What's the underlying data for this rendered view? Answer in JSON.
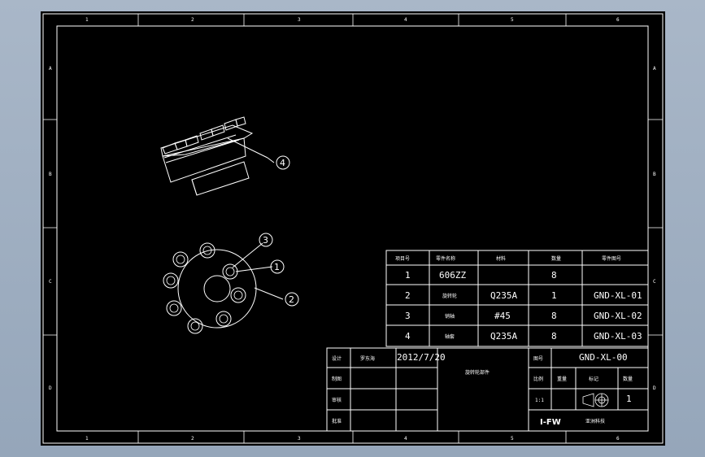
{
  "viewport": {
    "background": "#000000",
    "line_color": "#ffffff"
  },
  "zone_labels": {
    "columns": [
      "1",
      "2",
      "3",
      "4",
      "5",
      "6"
    ],
    "rows": [
      "A",
      "B",
      "C",
      "D"
    ]
  },
  "balloons": [
    "4",
    "3",
    "1",
    "2"
  ],
  "bom": {
    "headers": [
      "项目号",
      "零件名称",
      "材料",
      "数量",
      "零件图号"
    ],
    "rows": [
      {
        "item": "1",
        "name": "606ZZ",
        "material": "",
        "qty": "8",
        "drawing": ""
      },
      {
        "item": "2",
        "name": "旋转轮",
        "material": "Q235A",
        "qty": "1",
        "drawing": "GND-XL-01"
      },
      {
        "item": "3",
        "name": "销轴",
        "material": "#45",
        "qty": "8",
        "drawing": "GND-XL-02"
      },
      {
        "item": "4",
        "name": "轴套",
        "material": "Q235A",
        "qty": "8",
        "drawing": "GND-XL-03"
      }
    ]
  },
  "title_block": {
    "design_label": "设计",
    "designer": "罗东海",
    "date": "2012/7/20",
    "drawing_title": "旋转轮部件",
    "drawing_no_label": "图号",
    "drawing_no": "GND-XL-00",
    "check_label": "制图",
    "review_label": "审核",
    "approve_label": "批准",
    "scale_label": "比例",
    "weight_label": "重量",
    "mark_label": "标记",
    "count_label": "数量",
    "scale": "1:1",
    "count": "1",
    "company_logo": "I-FW",
    "company": "亚洲科技"
  }
}
